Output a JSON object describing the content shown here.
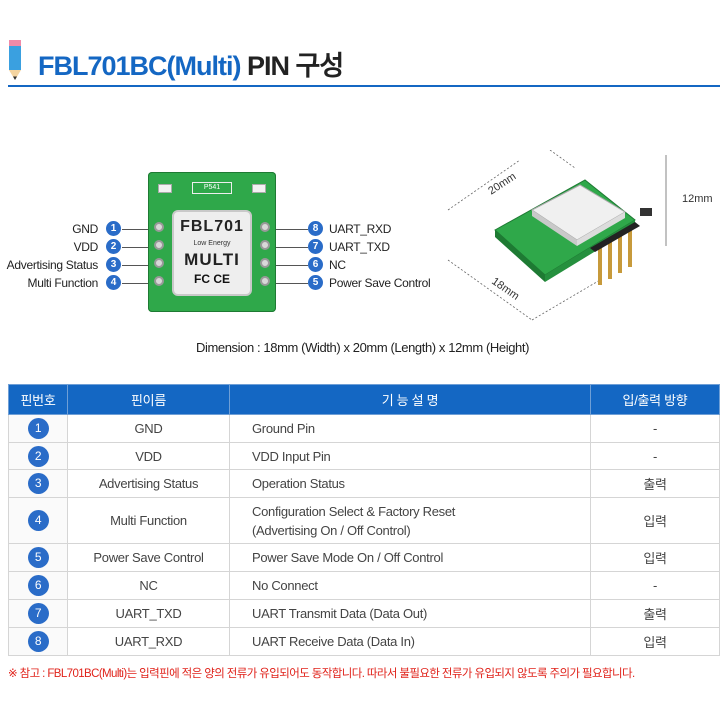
{
  "header": {
    "title_model": "FBL701BC(Multi)",
    "title_rest": "PIN 구성"
  },
  "colors": {
    "accent": "#1467c3",
    "pin_circle": "#2a6cc8",
    "note": "#e0231b",
    "board": "#2fa84a"
  },
  "module": {
    "line1": "FBL701",
    "line2": "Low Energy",
    "line3": "MULTI",
    "line4": "FC CE",
    "silk": "P541"
  },
  "left_pins": [
    {
      "num": "1",
      "label": "GND"
    },
    {
      "num": "2",
      "label": "VDD"
    },
    {
      "num": "3",
      "label": "Advertising Status"
    },
    {
      "num": "4",
      "label": "Multi Function"
    }
  ],
  "right_pins": [
    {
      "num": "8",
      "label": "UART_RXD"
    },
    {
      "num": "7",
      "label": "UART_TXD"
    },
    {
      "num": "6",
      "label": "NC"
    },
    {
      "num": "5",
      "label": "Power Save Control"
    }
  ],
  "dimensions": {
    "length": "20mm",
    "height": "12mm",
    "width": "18mm",
    "caption": "Dimension : 18mm (Width) x 20mm (Length) x 12mm (Height)"
  },
  "table": {
    "headers": [
      "핀번호",
      "핀이름",
      "기 능 설 명",
      "입/출력 방향"
    ],
    "rows": [
      {
        "num": "1",
        "name": "GND",
        "desc1": "Ground Pin",
        "desc2": "",
        "dir": "-"
      },
      {
        "num": "2",
        "name": "VDD",
        "desc1": "VDD Input Pin",
        "desc2": "",
        "dir": "-"
      },
      {
        "num": "3",
        "name": "Advertising Status",
        "desc1": "Operation Status",
        "desc2": "",
        "dir": "출력"
      },
      {
        "num": "4",
        "name": "Multi Function",
        "desc1": "Configuration Select & Factory Reset",
        "desc2": "(Advertising On / Off Control)",
        "dir": "입력"
      },
      {
        "num": "5",
        "name": "Power Save Control",
        "desc1": "Power Save Mode On / Off Control",
        "desc2": "",
        "dir": "입력"
      },
      {
        "num": "6",
        "name": "NC",
        "desc1": "No Connect",
        "desc2": "",
        "dir": "-"
      },
      {
        "num": "7",
        "name": "UART_TXD",
        "desc1": "UART Transmit Data (Data Out)",
        "desc2": "",
        "dir": "출력"
      },
      {
        "num": "8",
        "name": "UART_RXD",
        "desc1": "UART Receive Data (Data In)",
        "desc2": "",
        "dir": "입력"
      }
    ]
  },
  "note": "※ 참고 : FBL701BC(Multi)는 입력핀에 적은 양의 전류가 유입되어도 동작합니다.  따라서 불필요한 전류가 유입되지 않도록 주의가 필요합니다."
}
